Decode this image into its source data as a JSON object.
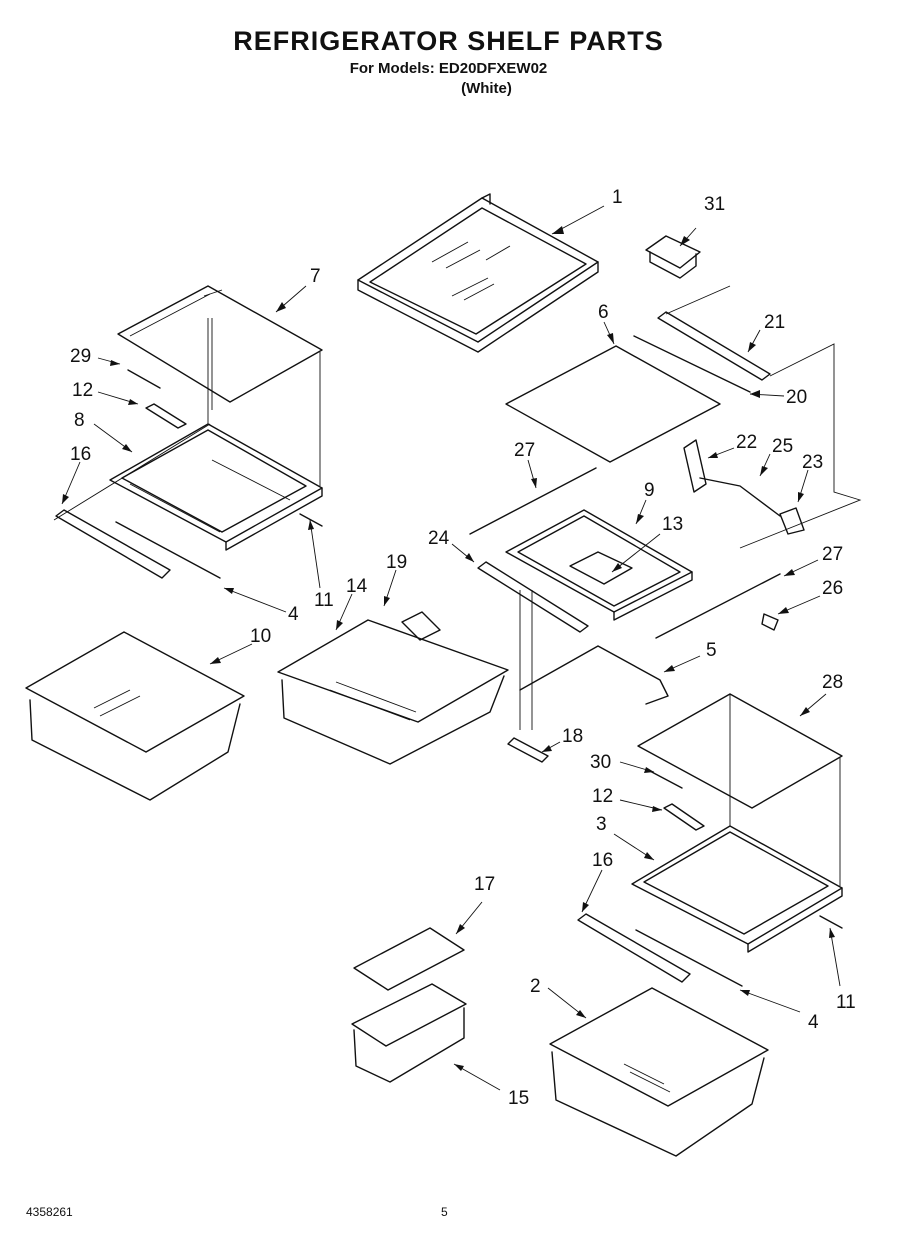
{
  "header": {
    "title": "REFRIGERATOR SHELF PARTS",
    "models_line": "For Models: ED20DFXEW02",
    "color_line": "(White)"
  },
  "footer": {
    "doc_number": "4358261",
    "page_number": "5"
  },
  "callouts": [
    {
      "id": "c1",
      "label": "1"
    },
    {
      "id": "c31",
      "label": "31"
    },
    {
      "id": "c7",
      "label": "7"
    },
    {
      "id": "c21",
      "label": "21"
    },
    {
      "id": "c6",
      "label": "6"
    },
    {
      "id": "c29",
      "label": "29"
    },
    {
      "id": "c20",
      "label": "20"
    },
    {
      "id": "c12a",
      "label": "12"
    },
    {
      "id": "c8",
      "label": "8"
    },
    {
      "id": "c22",
      "label": "22"
    },
    {
      "id": "c25",
      "label": "25"
    },
    {
      "id": "c27a",
      "label": "27"
    },
    {
      "id": "c16a",
      "label": "16"
    },
    {
      "id": "c23",
      "label": "23"
    },
    {
      "id": "c9",
      "label": "9"
    },
    {
      "id": "c13",
      "label": "13"
    },
    {
      "id": "c24",
      "label": "24"
    },
    {
      "id": "c19",
      "label": "19"
    },
    {
      "id": "c27b",
      "label": "27"
    },
    {
      "id": "c14",
      "label": "14"
    },
    {
      "id": "c26",
      "label": "26"
    },
    {
      "id": "c4a",
      "label": "4"
    },
    {
      "id": "c11a",
      "label": "11"
    },
    {
      "id": "c10",
      "label": "10"
    },
    {
      "id": "c5",
      "label": "5"
    },
    {
      "id": "c28",
      "label": "28"
    },
    {
      "id": "c18",
      "label": "18"
    },
    {
      "id": "c30",
      "label": "30"
    },
    {
      "id": "c12b",
      "label": "12"
    },
    {
      "id": "c3",
      "label": "3"
    },
    {
      "id": "c16b",
      "label": "16"
    },
    {
      "id": "c17",
      "label": "17"
    },
    {
      "id": "c11b",
      "label": "11"
    },
    {
      "id": "c2",
      "label": "2"
    },
    {
      "id": "c4b",
      "label": "4"
    },
    {
      "id": "c15",
      "label": "15"
    }
  ]
}
